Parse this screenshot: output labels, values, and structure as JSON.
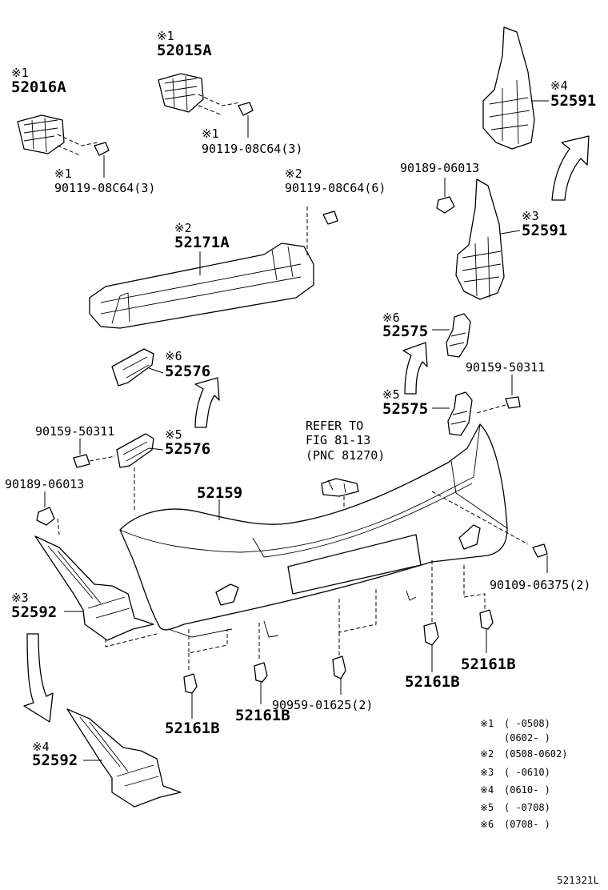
{
  "labels": {
    "p52015A_note": "※1",
    "p52015A": "52015A",
    "p52016A_note": "※1",
    "p52016A": "52016A",
    "bolt_r_note": "※1",
    "bolt_r": "90119-08C64(3)",
    "bolt_l_note": "※1",
    "bolt_l": "90119-08C64(3)",
    "bolt6_note": "※2",
    "bolt6": "90119-08C64(6)",
    "p52171A_note": "※2",
    "p52171A": "52171A",
    "p52591_top_note": "※4",
    "p52591_top": "52591",
    "clip_top": "90189-06013",
    "p52591_mid_note": "※3",
    "p52591_mid": "52591",
    "p52575_top_note": "※6",
    "p52575_top": "52575",
    "screw_r": "90159-50311",
    "p52575_bot_note": "※5",
    "p52575_bot": "52575",
    "p52576_top_note": "※6",
    "p52576_top": "52576",
    "screw_l": "90159-50311",
    "p52576_bot_note": "※5",
    "p52576_bot": "52576",
    "clip_left": "90189-06013",
    "refer_1": "REFER TO",
    "refer_2": "FIG 81-13",
    "refer_3": "(PNC 81270)",
    "p52159": "52159",
    "screw_2": "90109-06375(2)",
    "p52592_top_note": "※3",
    "p52592_top": "52592",
    "p52161B_r": "52161B",
    "p52161B_m": "52161B",
    "p52161B_c": "52161B",
    "p52161B_l": "52161B",
    "clip_2": "90959-01625(2)",
    "p52592_bot_note": "※4",
    "p52592_bot": "52592",
    "figure_id": "521321L"
  },
  "legend": [
    {
      "mark": "※1",
      "range": "(     -0508)"
    },
    {
      "mark": "",
      "range": "(0602-     )"
    },
    {
      "mark": "※2",
      "range": "(0508-0602)"
    },
    {
      "mark": "※3",
      "range": "(     -0610)"
    },
    {
      "mark": "※4",
      "range": "(0610-     )"
    },
    {
      "mark": "※5",
      "range": "(     -0708)"
    },
    {
      "mark": "※6",
      "range": "(0708-     )"
    }
  ]
}
